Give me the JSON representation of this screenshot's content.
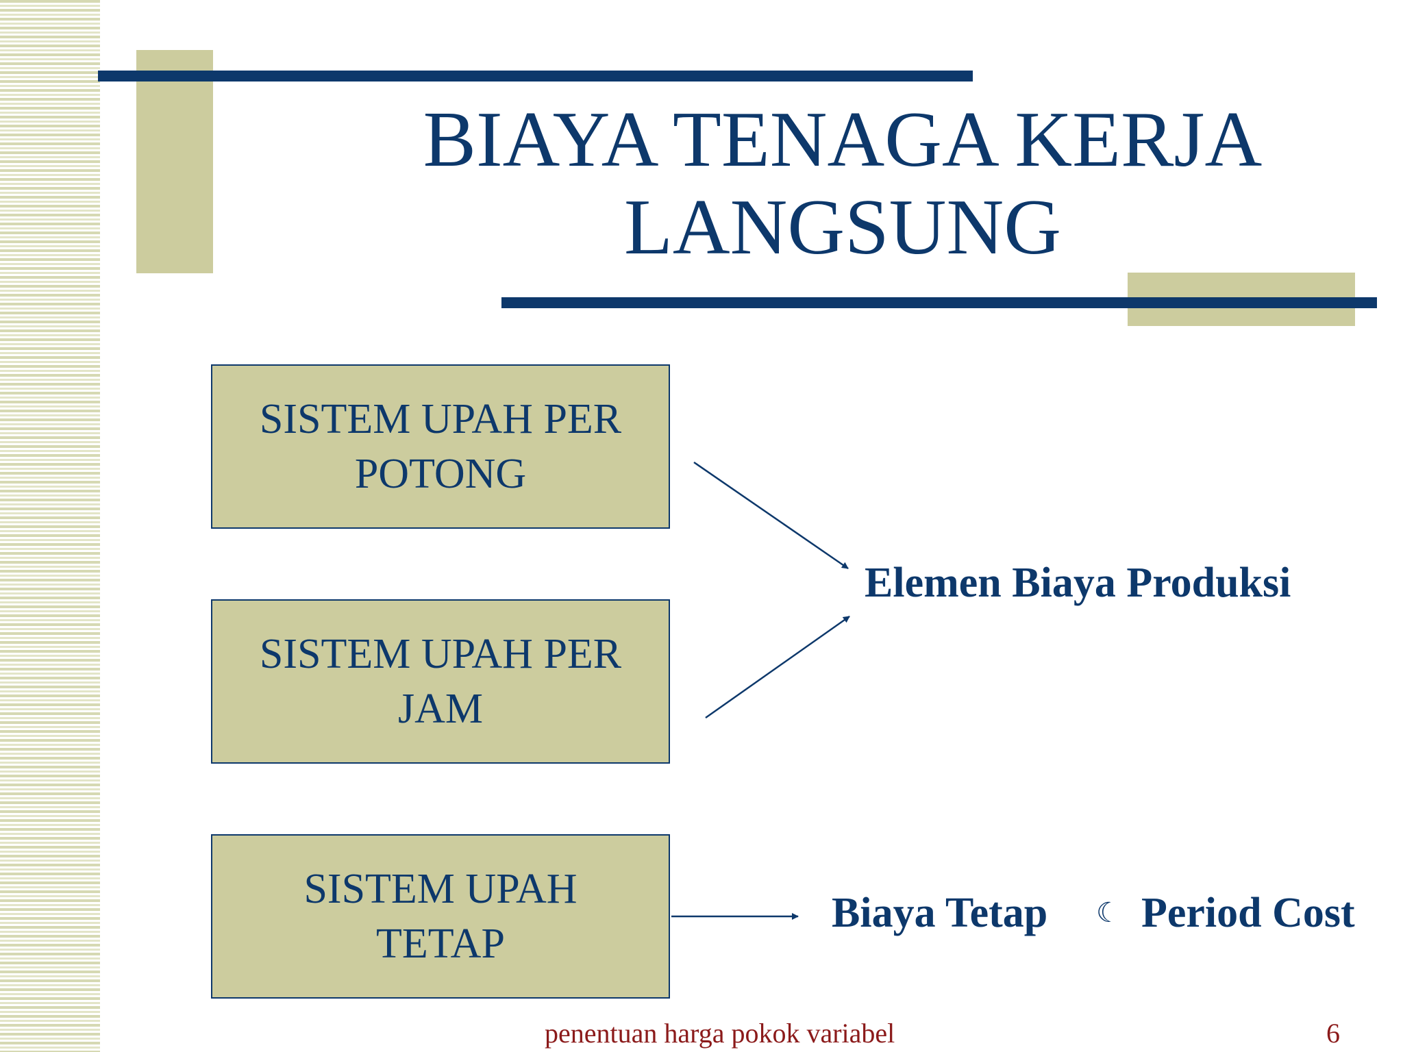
{
  "slide": {
    "title_line1": "BIAYA TENAGA KERJA",
    "title_line2": "LANGSUNG",
    "boxes": [
      {
        "line1": "SISTEM UPAH PER",
        "line2": "POTONG"
      },
      {
        "line1": "SISTEM UPAH PER",
        "line2": "JAM"
      },
      {
        "line1": "SISTEM UPAH",
        "line2": "TETAP"
      }
    ],
    "targets": {
      "produksi": "Elemen Biaya Produksi",
      "tetap": "Biaya Tetap",
      "symbol": "☾",
      "period": "Period Cost"
    },
    "footer": "penentuan harga pokok variabel",
    "page_number": "6"
  },
  "colors": {
    "primary": "#0d386b",
    "accent": "#cccc9e",
    "footer": "#8b1a1a"
  }
}
